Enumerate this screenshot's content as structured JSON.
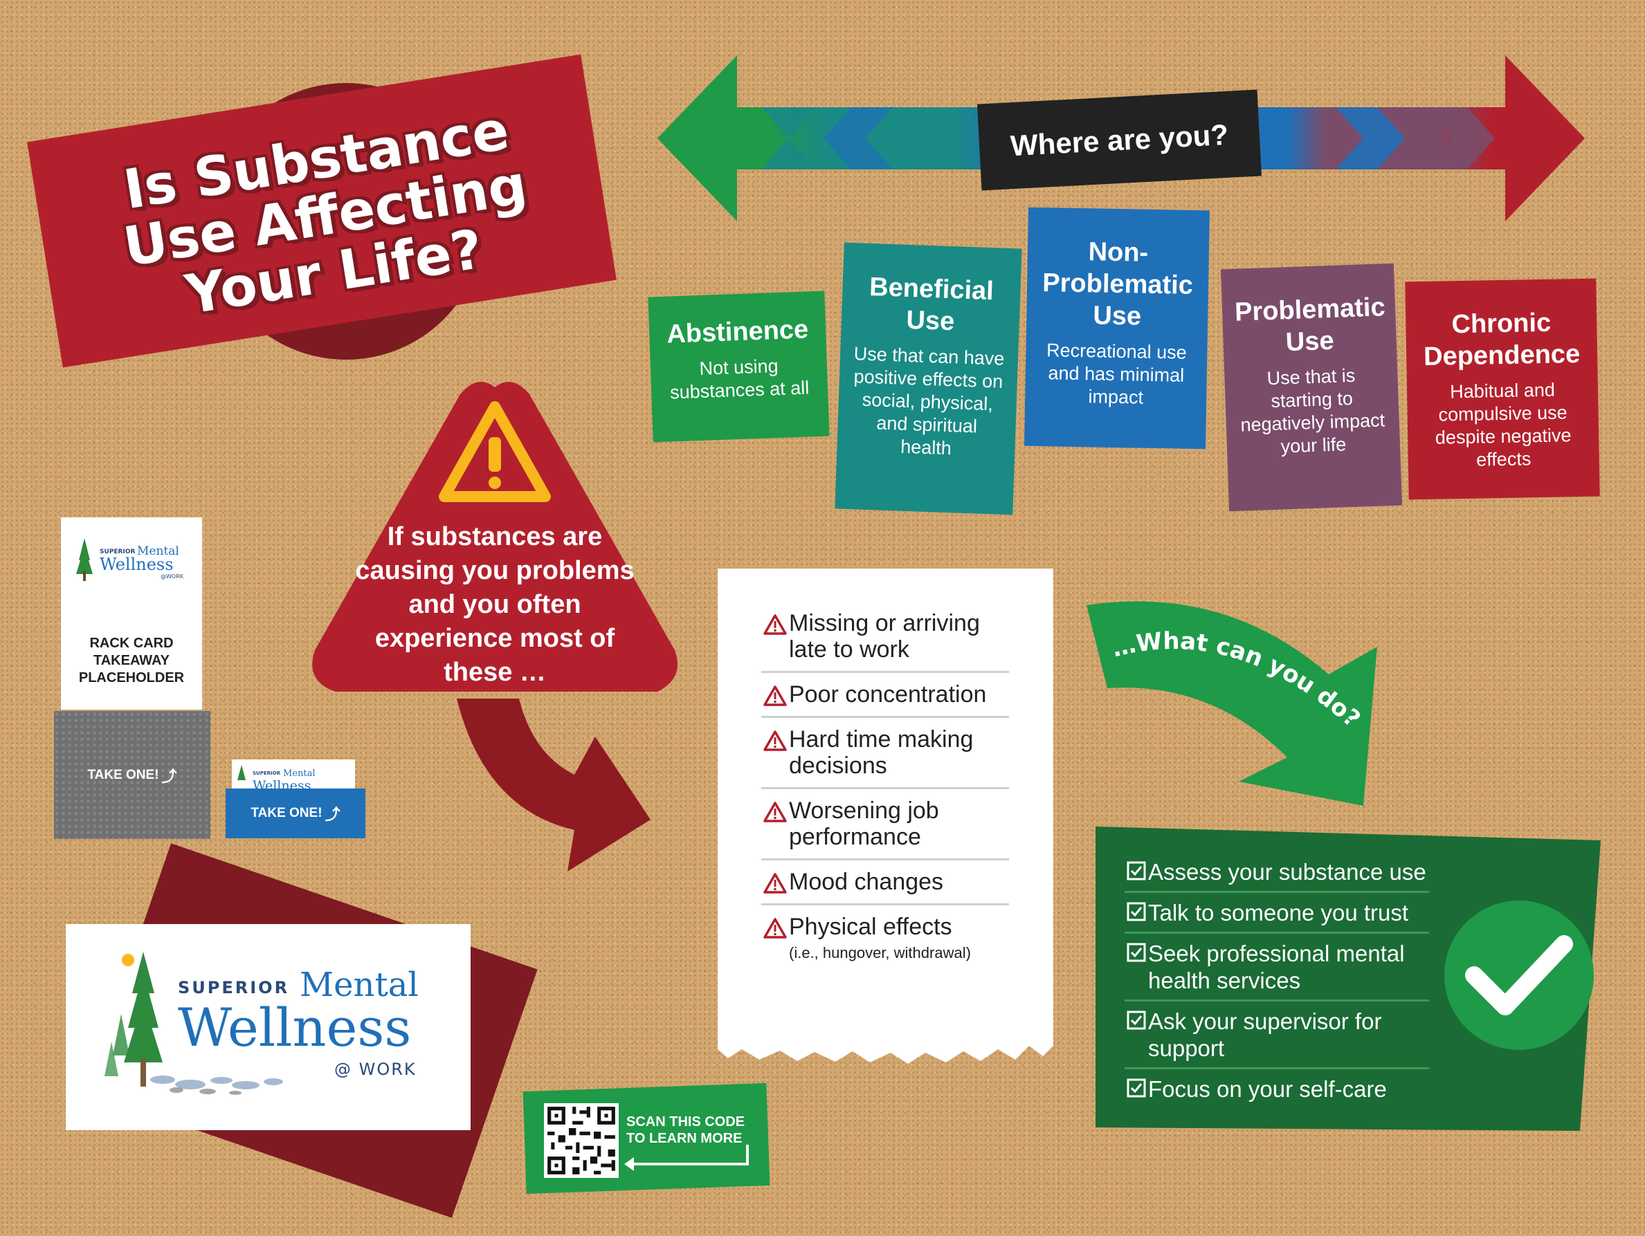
{
  "title": {
    "line1": "Is Substance",
    "line2": "Use Affecting",
    "line3": "Your Life?"
  },
  "spectrum": {
    "question": "Where are you?",
    "colors": [
      "#1f9a48",
      "#1a8a85",
      "#2070b8",
      "#7a4c6a",
      "#b3202d"
    ]
  },
  "stages": [
    {
      "title": "Abstinence",
      "desc": "Not using substances at all",
      "color": "#1f9a48"
    },
    {
      "title": "Beneficial Use",
      "desc": "Use that can have positive effects on social, physical, and spiritual health",
      "color": "#1a8a85"
    },
    {
      "title": "Non-Problematic Use",
      "desc": "Recreational use and has minimal impact",
      "color": "#2070b8"
    },
    {
      "title": "Problematic Use",
      "desc": "Use that is starting to negatively impact your life",
      "color": "#7a4c6a"
    },
    {
      "title": "Chronic Dependence",
      "desc": "Habitual and compulsive use despite negative effects",
      "color": "#b3202d"
    }
  ],
  "warning": {
    "text": "If substances are causing you problems and you often experience most of these …",
    "icon": "warning-icon"
  },
  "symptoms": [
    {
      "label": "Missing or arriving late to work",
      "note": ""
    },
    {
      "label": "Poor concentration",
      "note": ""
    },
    {
      "label": "Hard time making decisions",
      "note": ""
    },
    {
      "label": "Worsening job performance",
      "note": ""
    },
    {
      "label": "Mood changes",
      "note": ""
    },
    {
      "label": "Physical effects",
      "note": "(i.e., hungover, withdrawal)"
    }
  ],
  "what_can_you_do": "…What can you do?",
  "actions": [
    "Assess your substance use",
    "Talk to someone you trust",
    "Seek professional mental health services",
    "Ask your supervisor for support",
    "Focus on your self-care"
  ],
  "rack_card": {
    "placeholder": "RACK CARD TAKEAWAY PLACEHOLDER",
    "take_one": "TAKE ONE!"
  },
  "logo": {
    "superior": "SUPERIOR",
    "mental": "Mental",
    "wellness": "Wellness",
    "at_work": "@ WORK"
  },
  "qr": {
    "label": "SCAN THIS CODE TO LEARN MORE"
  },
  "colors": {
    "red": "#b3202d",
    "dark_red": "#7d1a22",
    "green": "#1f9a48",
    "dark_green": "#1a6b35",
    "teal": "#1a8a85",
    "blue": "#2070b8",
    "mauve": "#7a4c6a",
    "cork": "#d2a66e",
    "warning_yellow": "#f7b71d"
  }
}
